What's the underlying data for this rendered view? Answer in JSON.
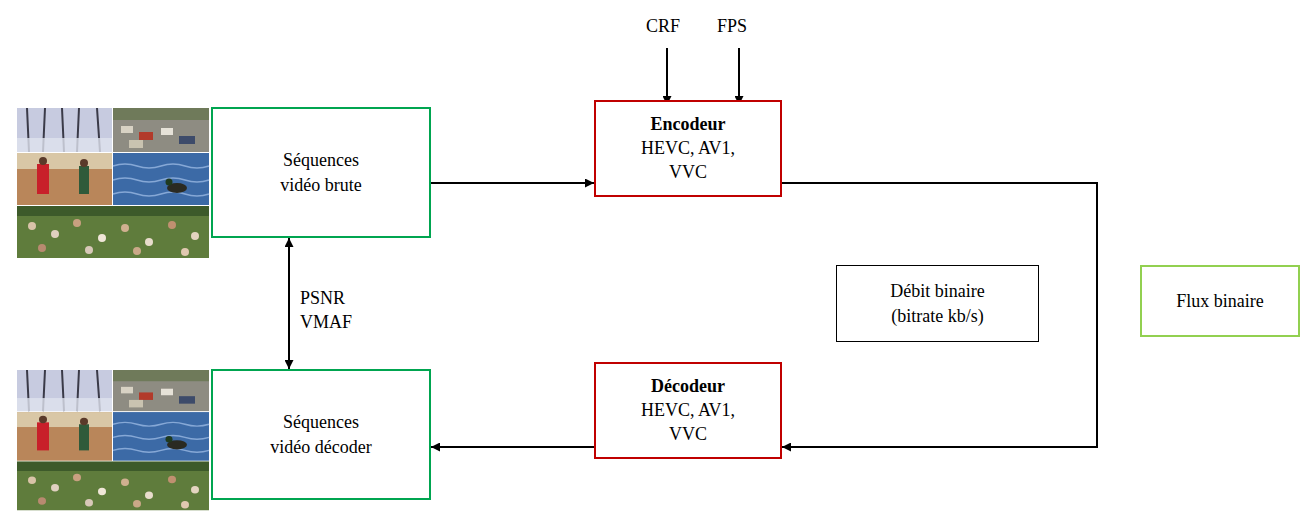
{
  "diagram": {
    "nodes": [
      {
        "text": [
          "Séquences vidéo brute"
        ]
      },
      {
        "text": [
          "Encodeur",
          "HEVC, AV1, VVC"
        ]
      },
      {
        "text": [
          "Débit binaire (bitrate kb/s)"
        ]
      },
      {
        "text": [
          "Flux binaire"
        ]
      },
      {
        "text": [
          "Décodeur",
          "HEVC, AV1, VVC"
        ]
      },
      {
        "text": [
          "Séquences vidéo décoder"
        ]
      }
    ],
    "edges": [
      {
        "from": 0,
        "to": 1,
        "arrow": "to"
      },
      {
        "from": 1,
        "to": 4,
        "arrow": "to"
      },
      {
        "from": 4,
        "to": 5,
        "arrow": "to"
      },
      {
        "from": 0,
        "to": 5,
        "arrow": "both",
        "label": "PSNR VMAF"
      }
    ],
    "labels": [
      "CRF",
      "FPS"
    ]
  }
}
